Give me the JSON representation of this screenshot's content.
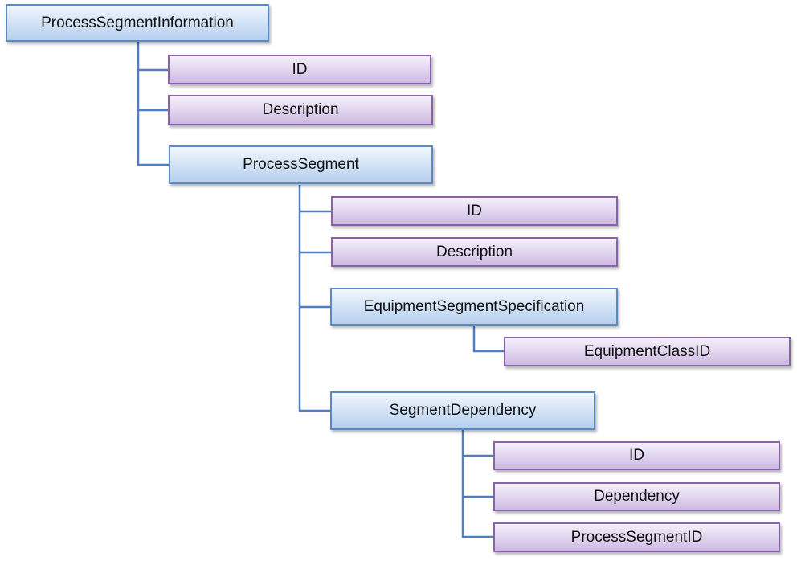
{
  "colors": {
    "group_border": "#5b89c4",
    "attribute_border": "#8a62a8",
    "connector": "#4f7fbf"
  },
  "nodes": {
    "process_segment_information": "ProcessSegmentInformation",
    "psi_id": "ID",
    "psi_description": "Description",
    "process_segment": "ProcessSegment",
    "ps_id": "ID",
    "ps_description": "Description",
    "equipment_segment_specification": "EquipmentSegmentSpecification",
    "equipment_class_id": "EquipmentClassID",
    "segment_dependency": "SegmentDependency",
    "sd_id": "ID",
    "sd_dependency": "Dependency",
    "sd_process_segment_id": "ProcessSegmentID"
  }
}
